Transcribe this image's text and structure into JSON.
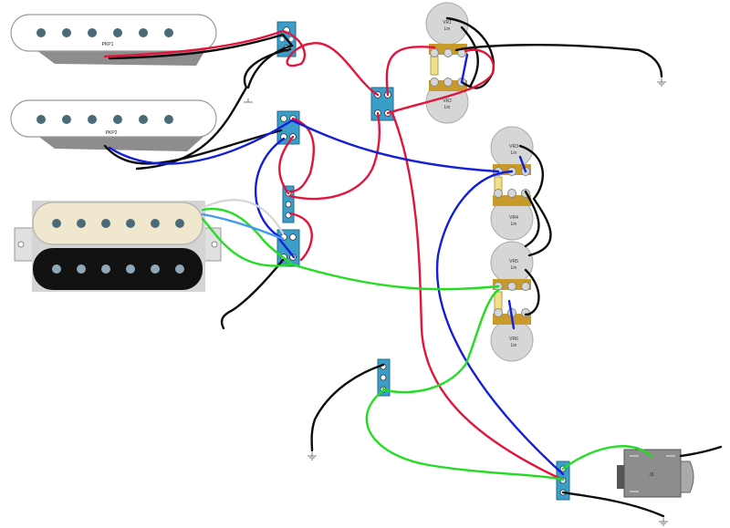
{
  "pickups": {
    "pkp1": {
      "label": "PKP1"
    },
    "pkp2": {
      "label": "PKP2"
    }
  },
  "pots": {
    "vr1": {
      "label": "VR1",
      "taper": "Lin"
    },
    "vr2": {
      "label": "VR2",
      "taper": "Lin"
    },
    "vr3": {
      "label": "VR3",
      "taper": "Lin"
    },
    "vr4": {
      "label": "VR4",
      "taper": "Lin"
    },
    "vr5": {
      "label": "VR5",
      "taper": "Lin"
    },
    "vr6": {
      "label": "VR6",
      "taper": "Lin"
    }
  },
  "jack": {
    "label": "J1"
  },
  "colors": {
    "red": "#e3143c",
    "black": "#0d0d0d",
    "blue": "#1320d8",
    "green": "#22dd22",
    "light_blue": "#4499ee",
    "white": "#d8d8d8",
    "switch": "#3a9ec8",
    "pot_body": "#d6d6d6",
    "cream": "#efe8cf",
    "gold": "#c89a2a"
  }
}
